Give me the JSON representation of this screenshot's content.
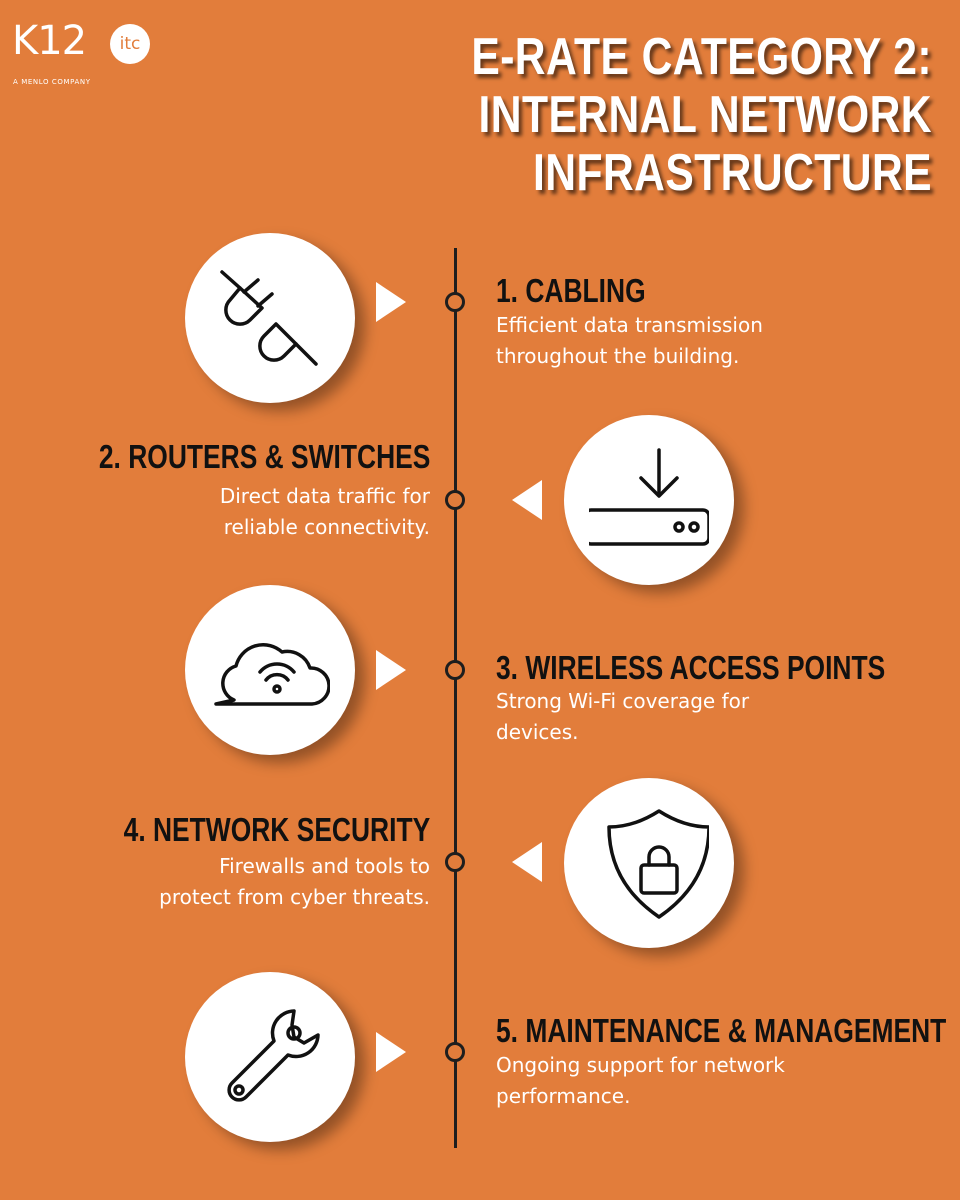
{
  "logo": {
    "text": "K12",
    "badge": "itc",
    "subtitle": "A MENLO COMPANY"
  },
  "title": {
    "line1": "E-RATE CATEGORY 2:",
    "line2": "INTERNAL NETWORK INFRASTRUCTURE"
  },
  "items": [
    {
      "heading": "1. CABLING",
      "desc_line1": "Efficient data transmission",
      "desc_line2": "throughout the building.",
      "icon": "plug-icon"
    },
    {
      "heading": "2. ROUTERS & SWITCHES",
      "desc_line1": "Direct data traffic for",
      "desc_line2": "reliable connectivity.",
      "icon": "router-icon"
    },
    {
      "heading": "3. WIRELESS ACCESS POINTS",
      "desc_line1": "Strong Wi-Fi coverage for",
      "desc_line2": "devices.",
      "icon": "cloud-wifi-icon"
    },
    {
      "heading": "4. NETWORK SECURITY",
      "desc_line1": "Firewalls and tools to",
      "desc_line2": "protect from cyber threats.",
      "icon": "shield-lock-icon"
    },
    {
      "heading": "5. MAINTENANCE & MANAGEMENT",
      "desc_line1": "Ongoing support for network",
      "desc_line2": "performance.",
      "icon": "wrench-icon"
    }
  ],
  "colors": {
    "background": "#E27D3B",
    "heading": "#111111",
    "body_text": "#FFFFFF",
    "bubble": "#FFFFFF"
  }
}
